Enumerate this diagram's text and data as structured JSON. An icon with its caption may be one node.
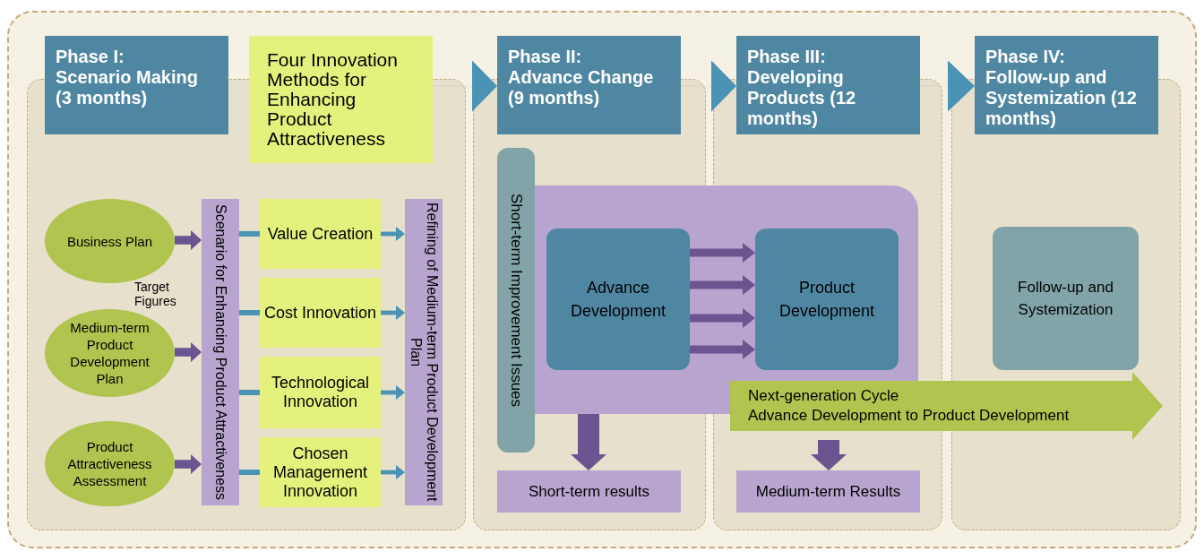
{
  "diagram": {
    "nodes": [
      {
        "text": [
          "Phase I:",
          "Scenario Making (3 months)"
        ]
      },
      {
        "text": [
          "Four Innovation Methods for Enhancing Product Attractiveness"
        ]
      },
      {
        "text": [
          "Phase II:",
          "Advance Change (9 months)"
        ]
      },
      {
        "text": [
          "Phase III:",
          "Developing Products (12 months)"
        ]
      },
      {
        "text": [
          "Phase IV:",
          "Follow-up and Systemization (12 months)"
        ]
      },
      {
        "text": [
          "Business Plan"
        ]
      },
      {
        "text": [
          "Medium-term Product Development Plan"
        ]
      },
      {
        "text": [
          "Product Attractiveness Assessment"
        ]
      },
      {
        "text": [
          "Scenario for Enhancing Product Attractiveness"
        ]
      },
      {
        "text": [
          "Value Creation"
        ]
      },
      {
        "text": [
          "Cost Innovation"
        ]
      },
      {
        "text": [
          "Technological Innovation"
        ]
      },
      {
        "text": [
          "Chosen Management Innovation"
        ]
      },
      {
        "text": [
          "Refining of Medium-term Product Development Plan"
        ]
      },
      {
        "text": [
          "Short-term Improvement Issues"
        ]
      },
      {
        "text": [],
        "shape": "box"
      },
      {
        "text": [
          "Advance Development"
        ],
        "in": 15
      },
      {
        "text": [
          "Product Development"
        ],
        "in": 15
      },
      {
        "text": [
          "Follow-up and Systemization"
        ]
      },
      {
        "text": [
          "Next-generation Cycle",
          "Advance Development to Product Development"
        ]
      },
      {
        "text": [
          "Short-term results"
        ]
      },
      {
        "text": [
          "Medium-term Results"
        ]
      }
    ],
    "edges": [
      {
        "from": 1,
        "to": 2,
        "arrow": "to"
      },
      {
        "from": 2,
        "to": 3,
        "arrow": "to"
      },
      {
        "from": 3,
        "to": 4,
        "arrow": "to"
      },
      {
        "from": 5,
        "to": 8,
        "arrow": "to",
        "color": "#6a5590"
      },
      {
        "from": 6,
        "to": 8,
        "arrow": "to",
        "color": "#6a5590"
      },
      {
        "from": 7,
        "to": 8,
        "arrow": "to",
        "color": "#6a5590"
      },
      {
        "from": 8,
        "to": 9,
        "arrow": "none"
      },
      {
        "from": 8,
        "to": 10,
        "arrow": "none"
      },
      {
        "from": 8,
        "to": 11,
        "arrow": "none"
      },
      {
        "from": 8,
        "to": 12,
        "arrow": "none"
      },
      {
        "from": 9,
        "to": 13,
        "arrow": "to"
      },
      {
        "from": 10,
        "to": 13,
        "arrow": "to"
      },
      {
        "from": 11,
        "to": 13,
        "arrow": "to"
      },
      {
        "from": 12,
        "to": 13,
        "arrow": "to"
      },
      {
        "from": 16,
        "to": 17,
        "arrow": "to",
        "color": "#6a5590"
      },
      {
        "from": 16,
        "to": 17,
        "arrow": "to",
        "color": "#6a5590"
      },
      {
        "from": 16,
        "to": 17,
        "arrow": "to",
        "color": "#6a5590"
      },
      {
        "from": 16,
        "to": 17,
        "arrow": "to",
        "color": "#6a5590"
      },
      {
        "from": 15,
        "to": 20,
        "arrow": "to",
        "style": "thick",
        "color": "#6a5590"
      },
      {
        "from": 19,
        "to": 21,
        "arrow": "to",
        "style": "thick",
        "color": "#6a5590"
      }
    ],
    "labels": [
      "Target Figures"
    ]
  }
}
